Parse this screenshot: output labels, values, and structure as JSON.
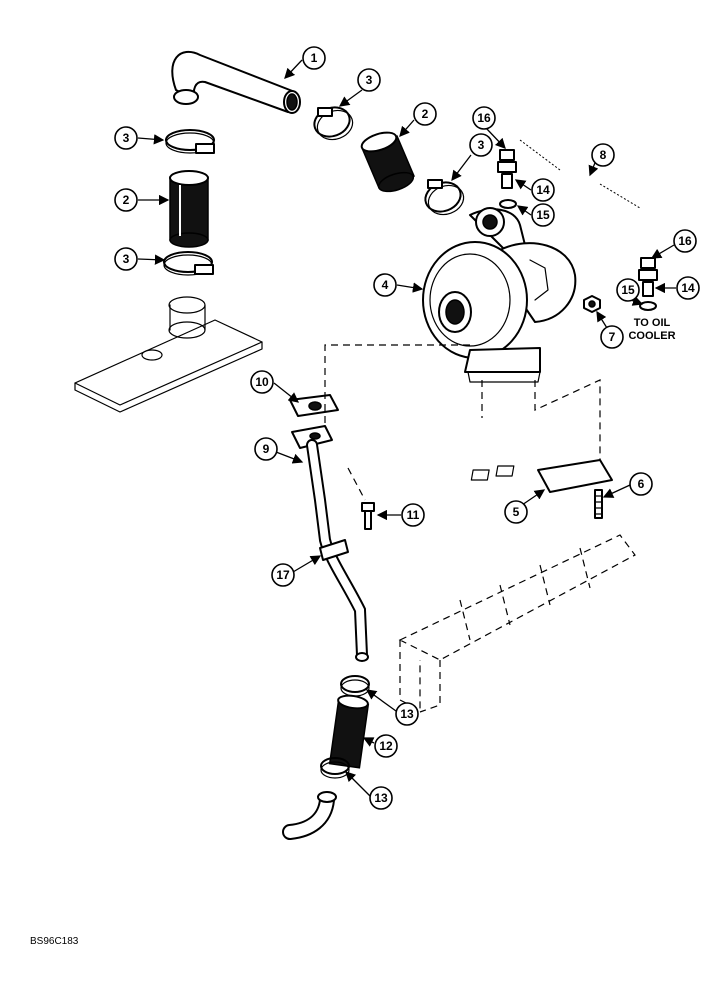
{
  "callouts": [
    "1",
    "2",
    "3",
    "4",
    "5",
    "6",
    "7",
    "8",
    "9",
    "10",
    "11",
    "12",
    "13",
    "14",
    "15",
    "16",
    "17"
  ],
  "notes": {
    "oil_cooler_line1": "TO OIL",
    "oil_cooler_line2": "COOLER"
  },
  "figure_code": "BS96C183"
}
